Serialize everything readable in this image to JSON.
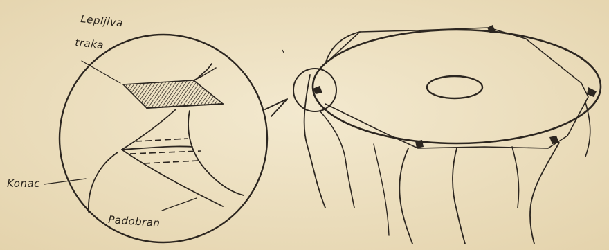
{
  "labels": {
    "tape_line1": "Lepljiva",
    "tape_line2": "traka",
    "thread": "Konac",
    "parachute": "Padobran"
  },
  "colors": {
    "paper": "#efe3c4",
    "ink": "#2c2620"
  }
}
